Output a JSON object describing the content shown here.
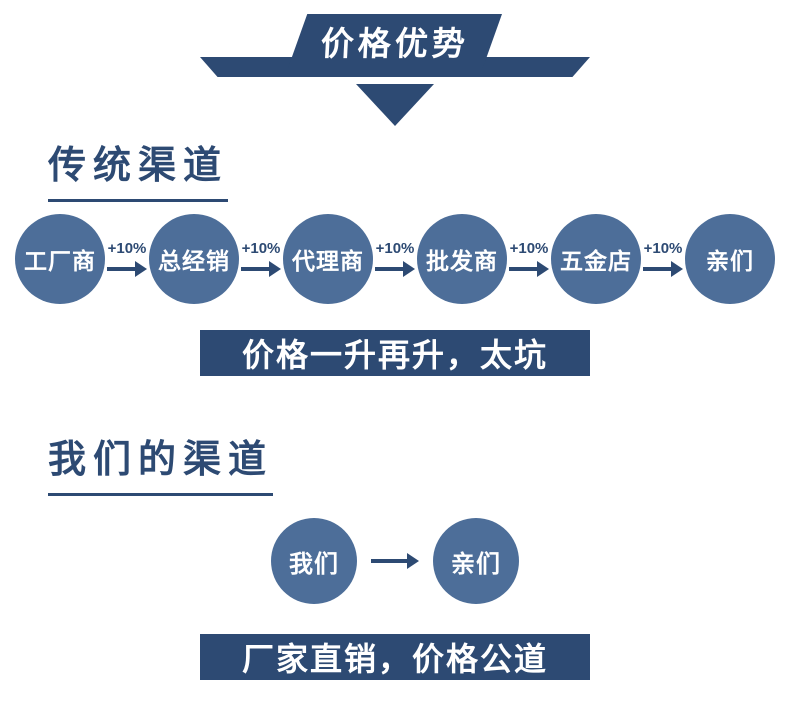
{
  "banner": {
    "title": "价格优势"
  },
  "traditional": {
    "heading": "传统渠道",
    "nodes": [
      "工厂商",
      "总经销",
      "代理商",
      "批发商",
      "五金店",
      "亲们"
    ],
    "arrow_label": "+10%",
    "caption": "价格一升再升，太坑"
  },
  "ours": {
    "heading": "我们的渠道",
    "nodes": [
      "我们",
      "亲们"
    ],
    "caption": "厂家直销，价格公道"
  },
  "colors": {
    "dark_navy": "#2d4a73",
    "circle_blue": "#4d6e99",
    "text_white": "#ffffff"
  }
}
